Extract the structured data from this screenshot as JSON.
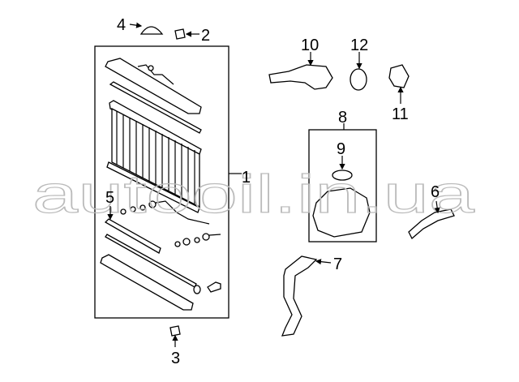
{
  "diagram": {
    "callouts": [
      "1",
      "2",
      "3",
      "4",
      "5",
      "6",
      "7",
      "8",
      "9",
      "10",
      "11",
      "12"
    ],
    "watermark": "autooil.in.ua"
  }
}
